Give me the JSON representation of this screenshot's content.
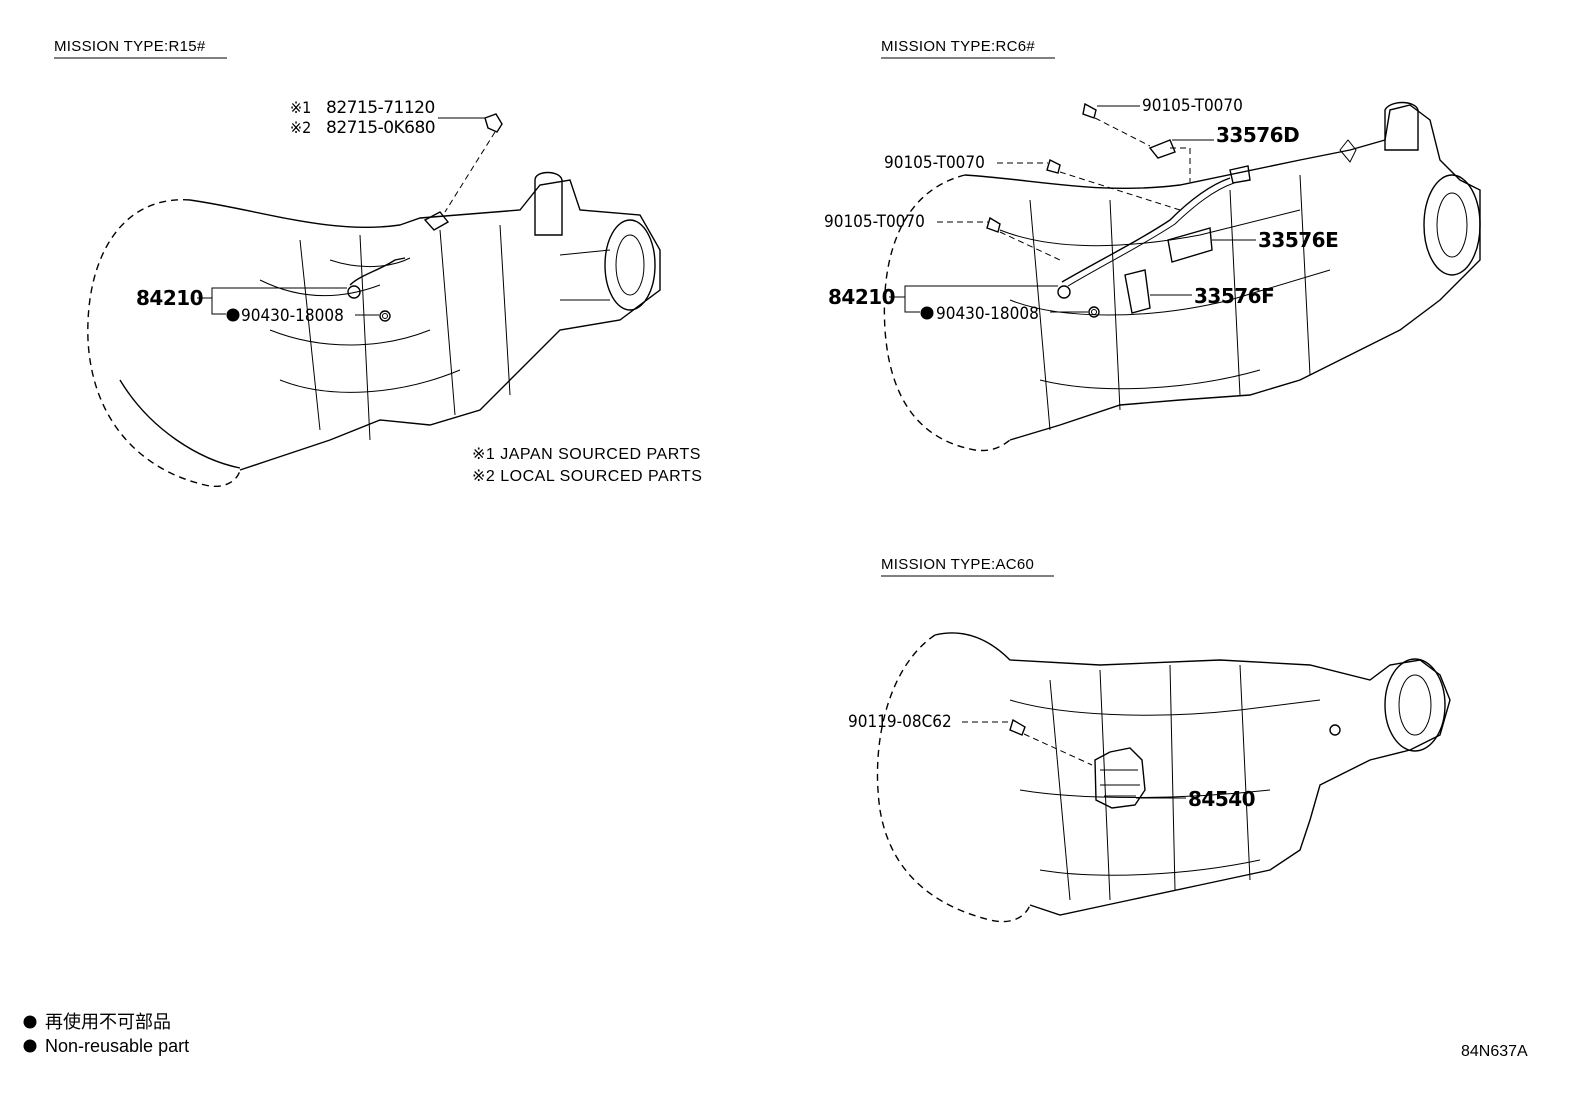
{
  "sections": {
    "r15": {
      "title": "MISSION TYPE:R15#",
      "marks": [
        "※1",
        "※2"
      ],
      "parts": [
        "82715-71120",
        "82715-0K680",
        "84210",
        "90430-18008"
      ],
      "notes": [
        "※1 JAPAN SOURCED PARTS",
        "※2 LOCAL SOURCED PARTS"
      ]
    },
    "rc6": {
      "title": "MISSION TYPE:RC6#",
      "parts": [
        "90105-T0070",
        "33576D",
        "90105-T0070",
        "90105-T0070",
        "33576E",
        "84210",
        "33576F",
        "90430-18008"
      ]
    },
    "ac60": {
      "title": "MISSION TYPE:AC60",
      "parts": [
        "90119-08C62",
        "84540"
      ]
    }
  },
  "legend": {
    "japanese": "再使用不可部品",
    "english": "Non-reusable part"
  },
  "illustration_code": "84N637A"
}
